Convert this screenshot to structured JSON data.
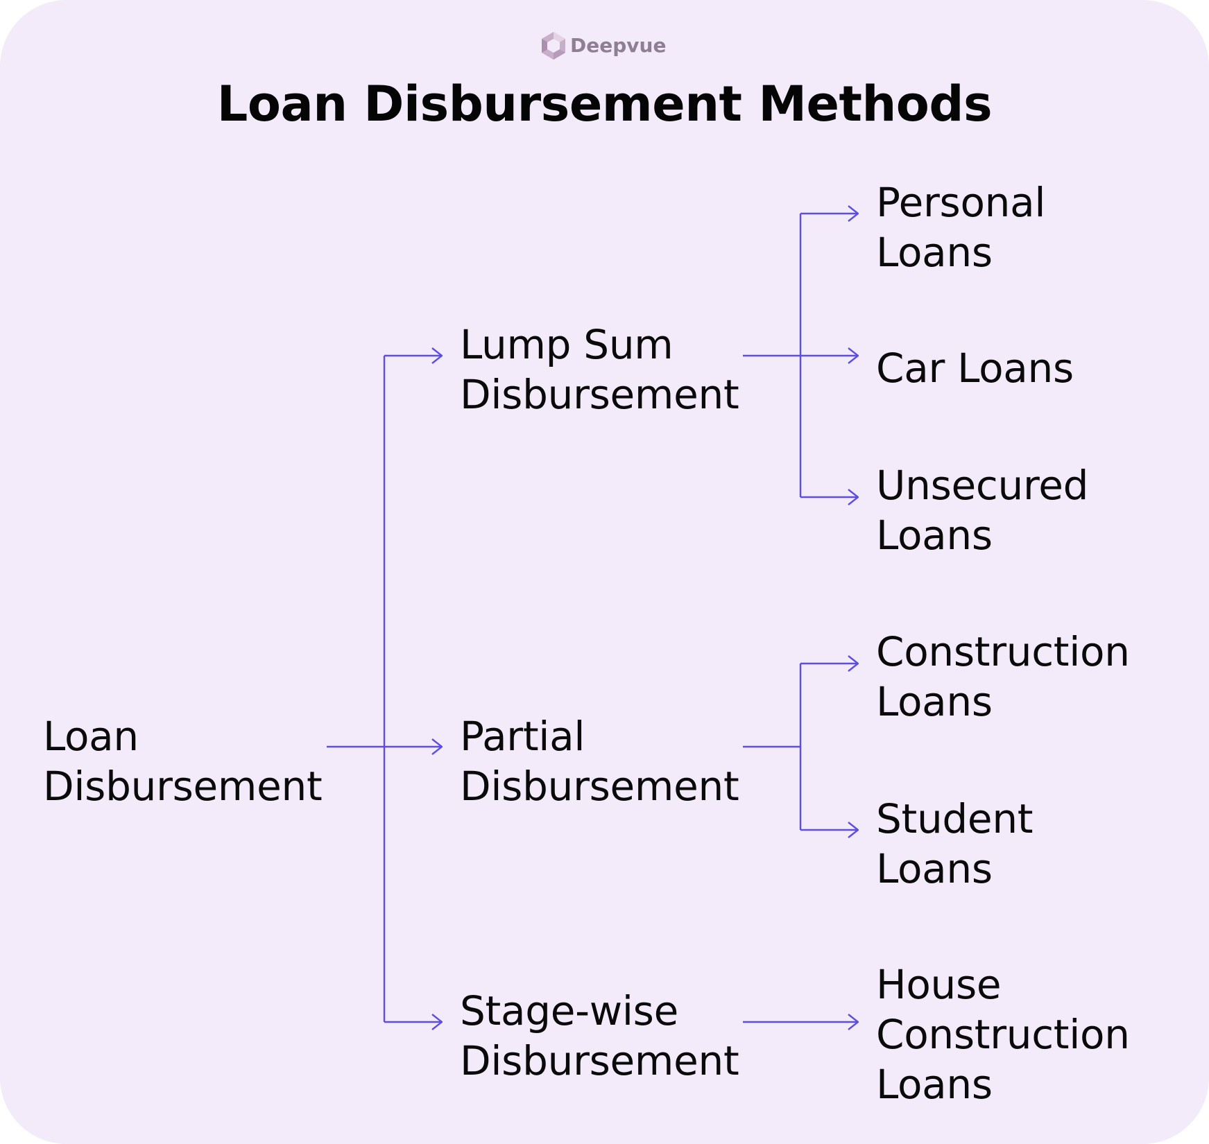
{
  "brand": {
    "name": "Deepvue",
    "icon": "hexagon-logo-icon"
  },
  "title": "Loan Disbursement Methods",
  "colors": {
    "background": "#f3eafa",
    "connector": "#5b4ee0",
    "text": "#0a0a0a",
    "brand_text": "#8f7f95"
  },
  "tree": {
    "root": "Loan\nDisbursement",
    "methods": [
      {
        "label": "Lump Sum\nDisbursement",
        "loans": [
          "Personal\nLoans",
          "Car Loans",
          "Unsecured\nLoans"
        ]
      },
      {
        "label": "Partial\nDisbursement",
        "loans": [
          "Construction\nLoans",
          "Student\nLoans"
        ]
      },
      {
        "label": "Stage-wise\nDisbursement",
        "loans": [
          "House\nConstruction\nLoans"
        ]
      }
    ]
  }
}
